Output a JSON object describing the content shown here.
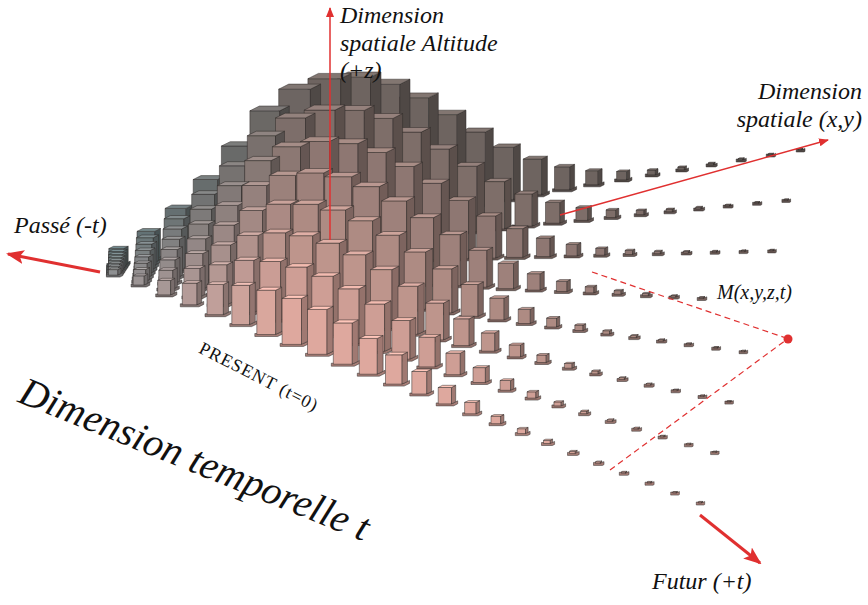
{
  "diagram": {
    "labels": [
      "Dimension spatiale Altitude (+z)",
      "Dimension spatiale (x,y)",
      "Passé (-t)",
      "PRESENT (t=0)",
      "Dimension temporelle t",
      "M(x,y,z,t)",
      "Futur (+t)"
    ]
  }
}
